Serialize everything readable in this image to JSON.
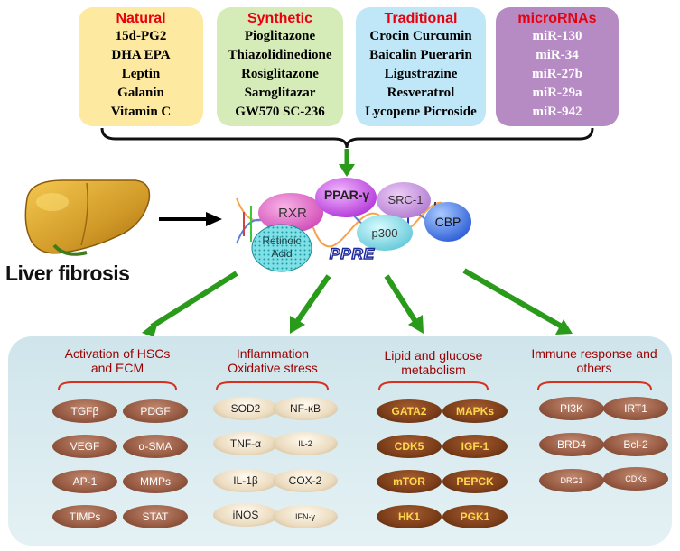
{
  "sources": [
    {
      "title": "Natural",
      "items": [
        "15d-PG2",
        "DHA EPA",
        "Leptin",
        "Galanin",
        "Vitamin C"
      ],
      "color": "#fde9a0"
    },
    {
      "title": "Synthetic",
      "items": [
        "Pioglitazone",
        "Thiazolidinedione",
        "Rosiglitazone",
        "Saroglitazar",
        "GW570 SC-236"
      ],
      "color": "#d6ecb8"
    },
    {
      "title": "Traditional",
      "items": [
        "Crocin Curcumin",
        "Baicalin Puerarin",
        "Ligustrazine",
        "Resveratrol",
        "Lycopene Picroside"
      ],
      "color": "#bfe7f7"
    },
    {
      "title": "microRNAs",
      "items": [
        "miR-130",
        "miR-34",
        "miR-27b",
        "miR-29a",
        "miR-942"
      ],
      "color": "#b68bc4"
    }
  ],
  "complex": {
    "rxr": "RXR",
    "ppar": "PPAR-γ",
    "src1": "SRC-1",
    "cbp": "CBP",
    "p300": "p300",
    "retinoic_acid": "Retinoic Acid",
    "ppre": "PPRE"
  },
  "liver_label": "Liver fibrosis",
  "columns": [
    {
      "title": "Activation of HSCs and ECM",
      "style": "brown",
      "pills": [
        [
          "TGFβ",
          "PDGF"
        ],
        [
          "VEGF",
          "α-SMA"
        ],
        [
          "AP-1",
          "MMPs"
        ],
        [
          "TIMPs",
          "STAT"
        ]
      ]
    },
    {
      "title": "Inflammation Oxidative stress",
      "style": "cream",
      "pills": [
        [
          "SOD2",
          "NF-κB"
        ],
        [
          "TNF-α",
          "IL-2"
        ],
        [
          "IL-1β",
          "COX-2"
        ],
        [
          "iNOS",
          "IFN-γ"
        ]
      ]
    },
    {
      "title": "Lipid and glucose metabolism",
      "style": "gold",
      "pills": [
        [
          "GATA2",
          "MAPKs"
        ],
        [
          "CDK5",
          "IGF-1"
        ],
        [
          "mTOR",
          "PEPCK"
        ],
        [
          "HK1",
          "PGK1"
        ]
      ]
    },
    {
      "title": "Immune response and others",
      "style": "brown",
      "pills": [
        [
          "PI3K",
          "IRT1"
        ],
        [
          "BRD4",
          "Bcl-2"
        ],
        [
          "DRG1",
          "CDKs"
        ]
      ]
    }
  ],
  "colors": {
    "arrow_green": "#2a9a1a",
    "panel_bg": "#d6e9ee",
    "bracket_red": "#d7301f"
  }
}
